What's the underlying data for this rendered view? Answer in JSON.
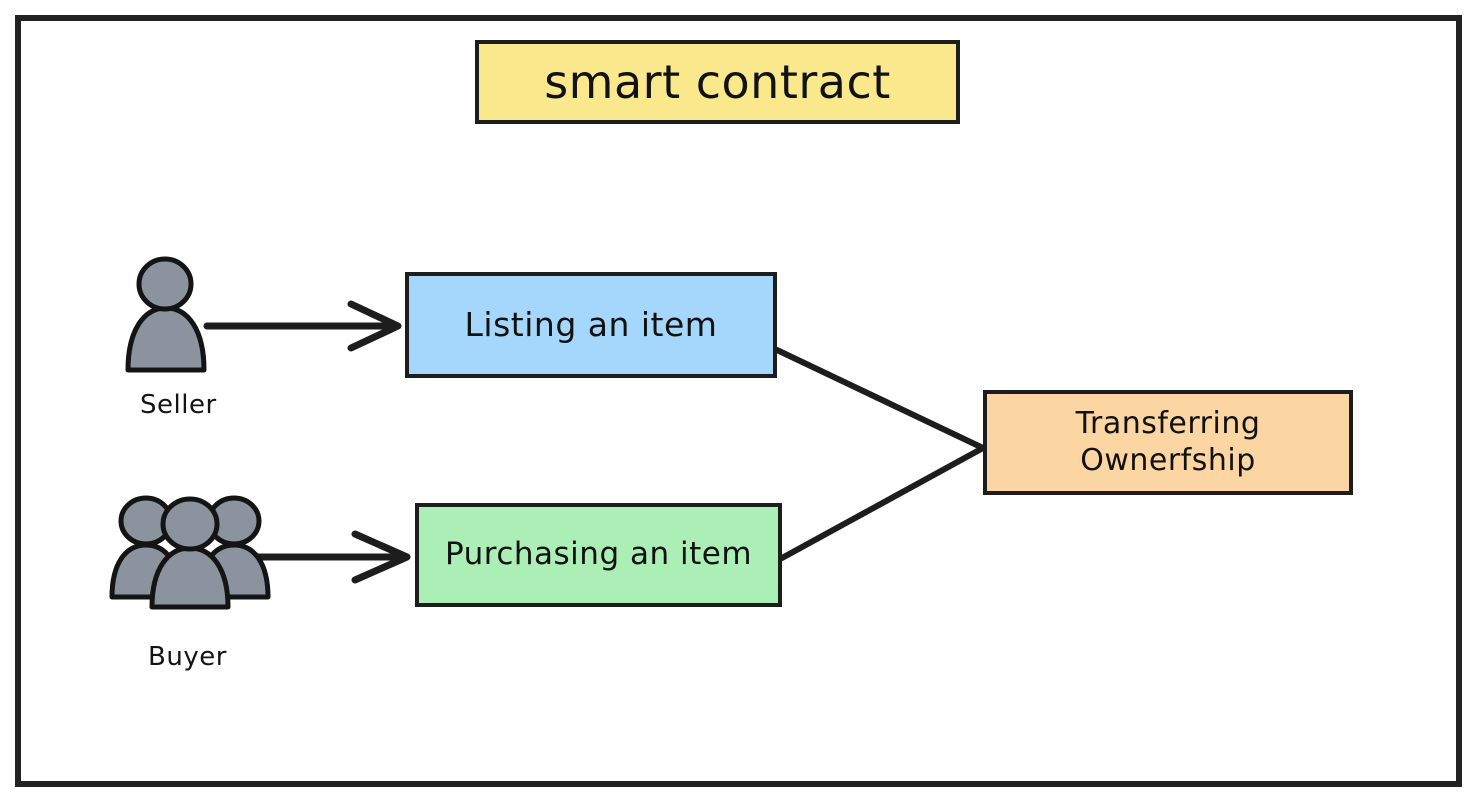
{
  "diagram": {
    "title_node": {
      "label": "smart contract",
      "fill": "#FAE98C"
    },
    "nodes": [
      {
        "id": "listing",
        "label": "Listing an item",
        "fill": "#A5D6FB"
      },
      {
        "id": "purchasing",
        "label": "Purchasing an item",
        "fill": "#ABEFB6"
      },
      {
        "id": "transfer",
        "label_line1": "Transferring",
        "label_line2": "Ownerfship",
        "fill": "#FBD5A2"
      }
    ],
    "actors": [
      {
        "id": "seller",
        "label": "Seller",
        "icon": "single-person-icon",
        "fill": "#8A939E"
      },
      {
        "id": "buyer",
        "label": "Buyer",
        "icon": "group-of-people-icon",
        "fill": "#8A939E"
      }
    ],
    "connectors": [
      {
        "id": "seller-to-listing",
        "style": "arrow",
        "from": "seller",
        "to": "listing"
      },
      {
        "id": "buyer-to-purchasing",
        "style": "arrow",
        "from": "buyer",
        "to": "purchasing"
      },
      {
        "id": "listing-to-transfer",
        "style": "line",
        "from": "listing",
        "to": "transfer"
      },
      {
        "id": "purchasing-to-transfer",
        "style": "line",
        "from": "purchasing",
        "to": "transfer"
      }
    ],
    "colors": {
      "stroke": "#1d1d1d",
      "frame": "#232323",
      "background": "#ffffff",
      "actor_gray": "#8A939E"
    }
  }
}
